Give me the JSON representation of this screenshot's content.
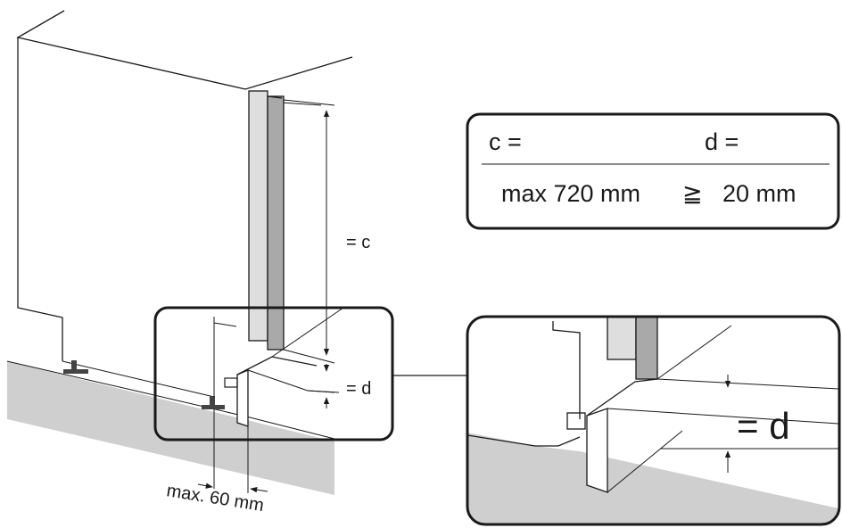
{
  "labels": {
    "c_equal": "= c",
    "d_equal": "= d",
    "d_equal_zoom": "= d",
    "gap": "max. 60 mm"
  },
  "table": {
    "c_header": "c =",
    "d_header": "d =",
    "c_value": "max 720 mm",
    "relation": "≧",
    "d_value": "20 mm"
  },
  "colors": {
    "floor": "#cfcfcf",
    "panel_light": "#dedede",
    "panel_dark": "#a9a9a9",
    "line": "#1a1a1a"
  }
}
